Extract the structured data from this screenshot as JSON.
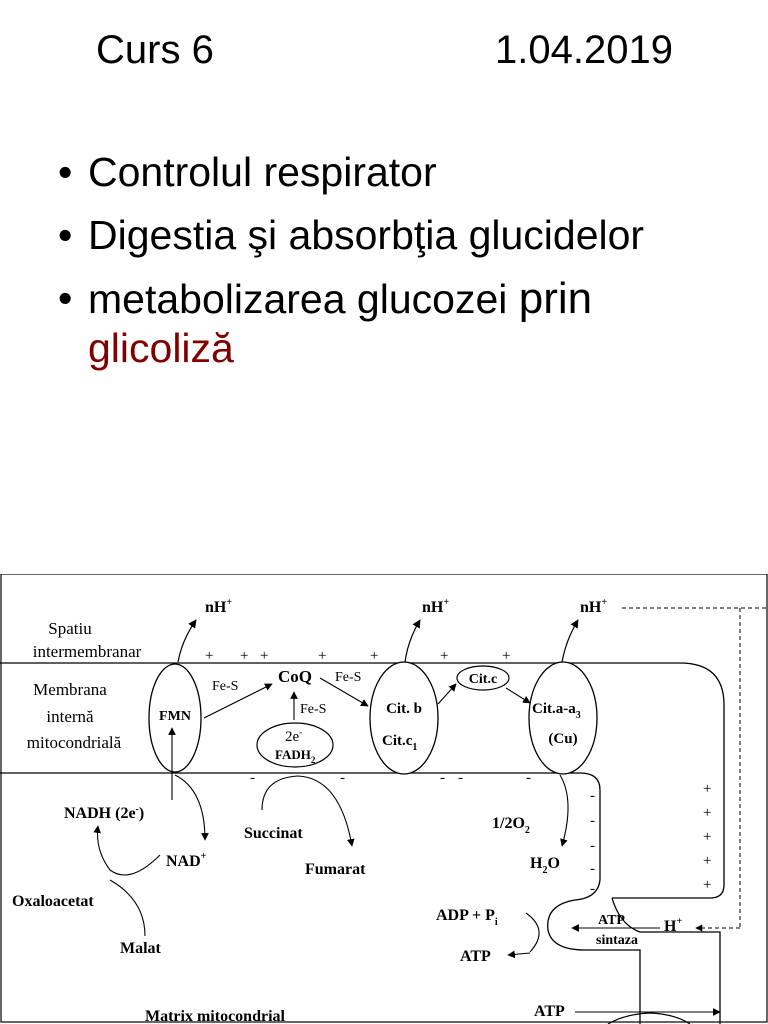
{
  "header": {
    "course": "Curs 6",
    "date": "1.04.2019"
  },
  "bullets": {
    "item1": "Controlul respirator",
    "item2": "Digestia şi absorbţia glucidelor",
    "item3_part1": "metabolizarea glucozei ",
    "item3_part2": "prin",
    "item3_part3": "glicoliză"
  },
  "diagram": {
    "intermembrane": [
      "Spatiu",
      "intermembranar"
    ],
    "membrane": [
      "Membrana",
      "internă",
      "mitocondrială"
    ],
    "nH": "nH",
    "sup_plus": "+",
    "sup_minus": "-",
    "fmn": "FMN",
    "fes": "Fe-S",
    "coq": "CoQ",
    "e2": "2e",
    "fadh": "FADH",
    "sub2": "2",
    "sub1": "1",
    "sub3": "3",
    "subi": "i",
    "citb": "Cit. b",
    "citc1": "Cit.c",
    "citc": "Cit.c",
    "citaa": "Cit.a-a",
    "cu": "(Cu)",
    "nadh": "NADH (2e",
    "paren": ")",
    "nad": "NAD",
    "oxalo": "Oxaloacetat",
    "malat": "Malat",
    "succinat": "Succinat",
    "fumarat": "Fumarat",
    "o2": "1/2O",
    "h2o_h": "H",
    "h2o_o": "O",
    "adp": "ADP + P",
    "atp": "ATP",
    "atp_synthase": [
      "ATP",
      "sintaza"
    ],
    "h": "H",
    "matrix": "Matrix mitocondrial"
  }
}
